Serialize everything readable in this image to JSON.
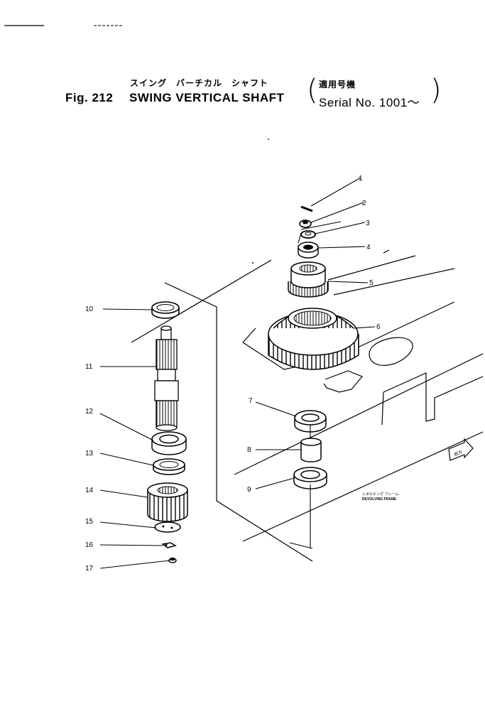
{
  "header": {
    "subtitle_jp": "スイング　バーチカル　シャフト",
    "applicable_jp": "適用号機",
    "fig_label": "Fig. 212",
    "title": "SWING VERTICAL SHAFT",
    "serial": "Serial No. 1001～"
  },
  "frame_label": {
    "jp": "レボルビング フレーム",
    "en": "REVOLVING FRAME"
  },
  "direction_label": "前方",
  "callouts": [
    "1",
    "2",
    "3",
    "4",
    "5",
    "6",
    "7",
    "8",
    "9",
    "10",
    "11",
    "12",
    "13",
    "14",
    "15",
    "16",
    "17"
  ],
  "colors": {
    "ink": "#000000",
    "paper": "#ffffff"
  }
}
